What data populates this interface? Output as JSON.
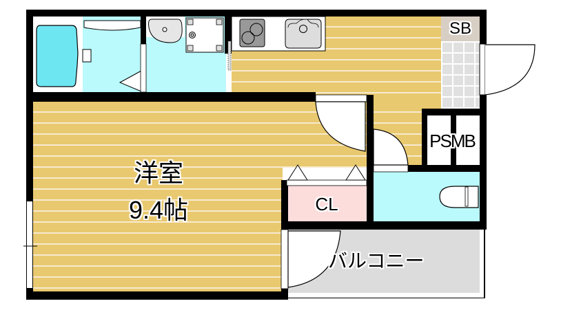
{
  "floorplan": {
    "rooms": {
      "western_room": {
        "name": "洋室",
        "size": "9.4帖"
      },
      "closet": {
        "label": "CL"
      },
      "shoe_box": {
        "label": "SB"
      },
      "meter_box": {
        "label": "PSMB"
      },
      "balcony": {
        "label": "バルコニー"
      }
    },
    "colors": {
      "floor": "#e9c96f",
      "wet_area": "#baf9fc",
      "closet": "#fddcdc",
      "balcony": "#dcdcdc",
      "entry_tile": "#e0e0e0",
      "shoe_box": "#d8cfc4",
      "wall": "#000000"
    },
    "fixtures": [
      "bathtub-icon",
      "washbasin-icon",
      "washing-machine-pan-icon",
      "stove-icon",
      "kitchen-sink-icon",
      "toilet-icon"
    ]
  }
}
